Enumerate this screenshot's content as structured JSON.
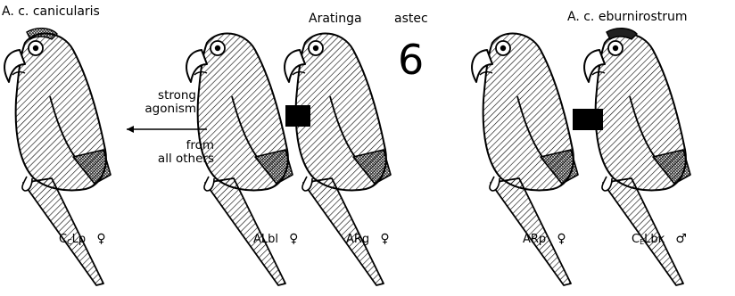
{
  "labels": {
    "left_title": "A. c. canicularis",
    "center_title_a": "Aratinga",
    "center_title_b": "astec",
    "right_title": "A. c. eburnirostrum",
    "figure_number": "6",
    "arrow_text_1": "strong\nagonism",
    "arrow_text_2": "from\nall others"
  },
  "birds": [
    {
      "id_main": "C",
      "id_sub": "C",
      "id_rest": "Lp",
      "sex": "♀"
    },
    {
      "id_main": "ALbl",
      "id_sub": "",
      "id_rest": "",
      "sex": "♀"
    },
    {
      "id_main": "ARg",
      "id_sub": "",
      "id_rest": "",
      "sex": "♀"
    },
    {
      "id_main": "ARp",
      "id_sub": "",
      "id_rest": "",
      "sex": "♀"
    },
    {
      "id_main": "C",
      "id_sub": "E",
      "id_rest": "Lbk",
      "sex": "♂"
    }
  ]
}
